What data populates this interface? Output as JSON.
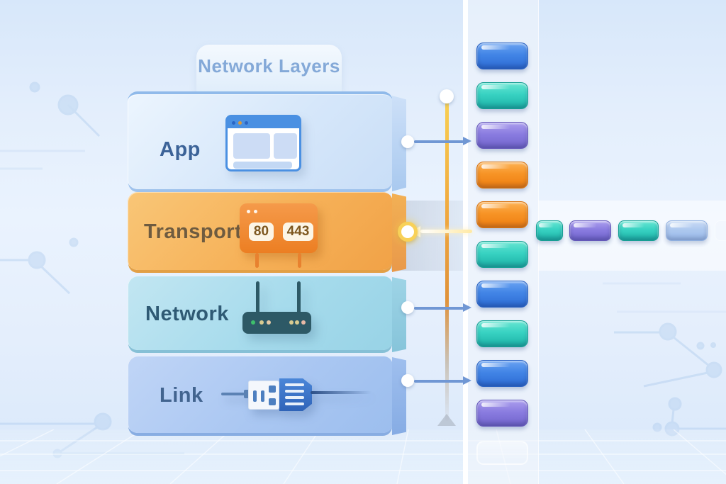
{
  "title": "Network Layers",
  "layers": [
    {
      "name": "App",
      "icon": "browser-window-icon",
      "color": "#d6e7fa"
    },
    {
      "name": "Transport",
      "icon": "port-panel-icon",
      "color": "#f6b158",
      "ports": [
        "80",
        "443"
      ]
    },
    {
      "name": "Network",
      "icon": "router-icon",
      "color": "#a6dbec"
    },
    {
      "name": "Link",
      "icon": "usb-plug-icon",
      "color": "#aac7f2"
    }
  ],
  "packet_column": {
    "blocks": [
      "blue",
      "teal",
      "purple",
      "orange",
      "orange",
      "teal",
      "blue",
      "teal",
      "blue",
      "purple"
    ]
  },
  "packet_row": {
    "blocks": [
      "teal",
      "purple",
      "teal",
      "lightblue",
      "ghost"
    ]
  },
  "palette": {
    "blue": "#4285e6",
    "teal": "#38d2c2",
    "purple": "#8a7ce0",
    "orange": "#f79426",
    "lightblue": "#a6c3ee",
    "timeline_yellow": "#f8cf52",
    "timeline_orange": "#e0923a",
    "arrow_blue": "#7097d4",
    "title_text": "#84a9d8"
  }
}
